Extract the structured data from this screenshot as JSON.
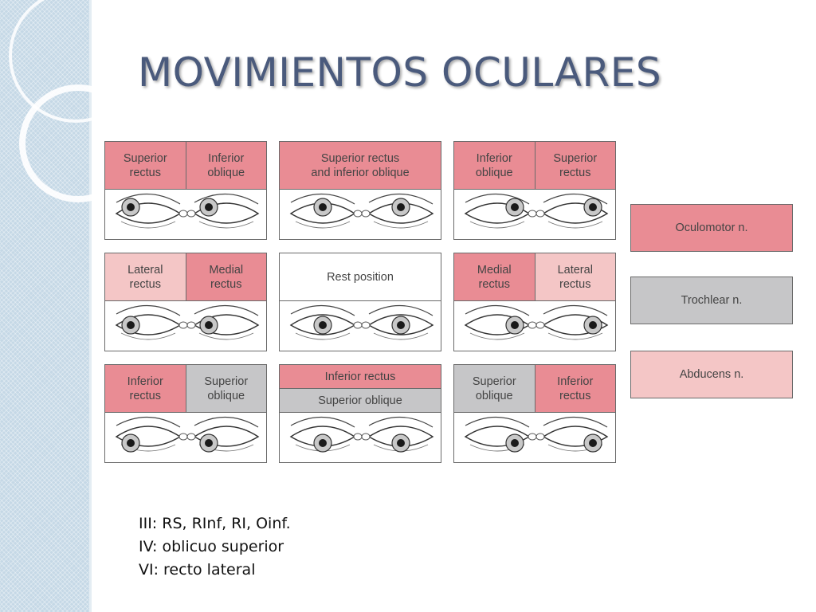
{
  "slide": {
    "title": "MOVIMIENTOS OCULARES"
  },
  "colors": {
    "oculomotor": "#e98c94",
    "trochlear": "#c6c6c8",
    "abducens": "#f4c6c6",
    "rest": "#ffffff",
    "title": "#4a5a7c"
  },
  "panels": [
    {
      "layout": "row",
      "cells": [
        {
          "label": "Superior\nrectus",
          "nerve": "oculomotor"
        },
        {
          "label": "Inferior\noblique",
          "nerve": "oculomotor"
        }
      ],
      "gaze": {
        "x": -1,
        "y": -1
      }
    },
    {
      "layout": "row",
      "cells": [
        {
          "label": "Superior rectus\nand inferior oblique",
          "nerve": "oculomotor"
        }
      ],
      "gaze": {
        "x": 0,
        "y": -1
      }
    },
    {
      "layout": "row",
      "cells": [
        {
          "label": "Inferior\noblique",
          "nerve": "oculomotor"
        },
        {
          "label": "Superior\nrectus",
          "nerve": "oculomotor"
        }
      ],
      "gaze": {
        "x": 1,
        "y": -1
      }
    },
    {
      "layout": "row",
      "cells": [
        {
          "label": "Lateral\nrectus",
          "nerve": "abducens"
        },
        {
          "label": "Medial\nrectus",
          "nerve": "oculomotor"
        }
      ],
      "gaze": {
        "x": -1,
        "y": 0
      }
    },
    {
      "layout": "row",
      "cells": [
        {
          "label": "Rest position",
          "nerve": "rest"
        }
      ],
      "gaze": {
        "x": 0,
        "y": 0
      }
    },
    {
      "layout": "row",
      "cells": [
        {
          "label": "Medial\nrectus",
          "nerve": "oculomotor"
        },
        {
          "label": "Lateral\nrectus",
          "nerve": "abducens"
        }
      ],
      "gaze": {
        "x": 1,
        "y": 0
      }
    },
    {
      "layout": "row",
      "cells": [
        {
          "label": "Inferior\nrectus",
          "nerve": "oculomotor"
        },
        {
          "label": "Superior\noblique",
          "nerve": "trochlear"
        }
      ],
      "gaze": {
        "x": -1,
        "y": 1
      }
    },
    {
      "layout": "stack",
      "cells": [
        {
          "label": "Inferior rectus",
          "nerve": "oculomotor"
        },
        {
          "label": "Superior oblique",
          "nerve": "trochlear"
        }
      ],
      "gaze": {
        "x": 0,
        "y": 1
      }
    },
    {
      "layout": "row",
      "cells": [
        {
          "label": "Superior\noblique",
          "nerve": "trochlear"
        },
        {
          "label": "Inferior\nrectus",
          "nerve": "oculomotor"
        }
      ],
      "gaze": {
        "x": 1,
        "y": 1
      }
    }
  ],
  "legend": [
    {
      "label": "Oculomotor n.",
      "nerve": "oculomotor"
    },
    {
      "label": "Trochlear n.",
      "nerve": "trochlear"
    },
    {
      "label": "Abducens n.",
      "nerve": "abducens"
    }
  ],
  "notes": [
    "III: RS, RInf, RI, Oinf.",
    "IV: oblicuo superior",
    "VI: recto lateral"
  ]
}
